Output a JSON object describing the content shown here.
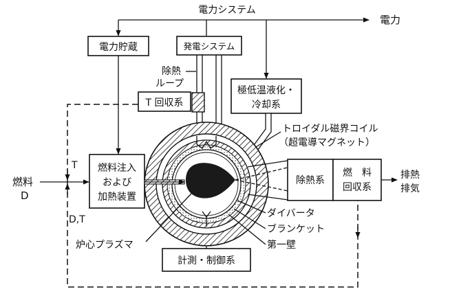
{
  "labels": {
    "power_system": "電力システム",
    "power_out": "電力",
    "power_storage": "電力貯蔵",
    "generation_system": "発電システム",
    "heat_removal_loop_1": "除熱",
    "heat_removal_loop_2": "ループ",
    "t_recovery": "T 回収系",
    "cryo_1": "極低温液化・",
    "cryo_2": "冷却系",
    "toroidal_coil": "トロイダル磁界コイル",
    "superconducting_magnet": "（超電導マグネット）",
    "fuel_injection_1": "燃料注入",
    "fuel_injection_2": "および",
    "fuel_injection_3": "加熱装置",
    "fuel_label": "燃料",
    "fuel_d": "D",
    "tritium_t": "T",
    "dt_label": "D,T",
    "heat_removal_system": "除熱系",
    "fuel_recovery_1": "燃　料",
    "fuel_recovery_2": "回収系",
    "exhaust_heat": "排熱",
    "exhaust_gas": "排気",
    "divertor": "ダイバータ",
    "blanket": "ブランケット",
    "first_wall": "第一壁",
    "core_plasma": "炉心プラズマ",
    "measurement_control": "計測・制御系"
  },
  "colors": {
    "line": "#111111",
    "background": "#ffffff",
    "plasma": "#1a1a1a"
  }
}
